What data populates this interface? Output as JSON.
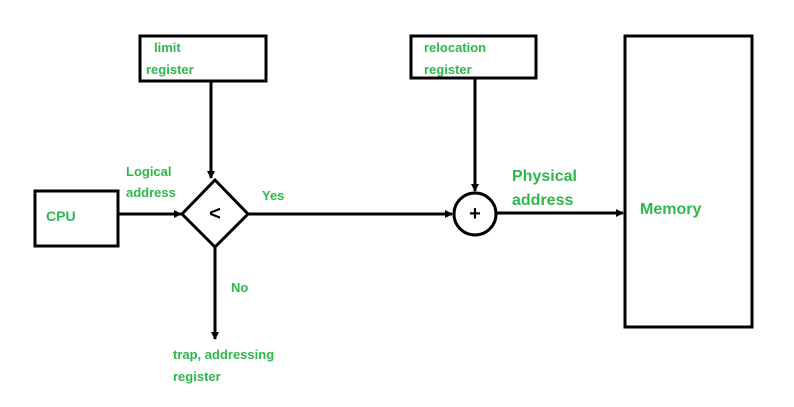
{
  "colors": {
    "stroke": "#000000",
    "label": "#2db84b",
    "background": "#ffffff"
  },
  "nodes": {
    "cpu": {
      "label": "CPU"
    },
    "limit_register": {
      "line1": "limit",
      "line2": "register"
    },
    "comparator": {
      "symbol": "<"
    },
    "relocation_register": {
      "line1": "relocation",
      "line2": "register"
    },
    "adder": {
      "symbol": "+"
    },
    "memory": {
      "label": "Memory"
    }
  },
  "edges": {
    "logical_address": {
      "line1": "Logical",
      "line2": "address"
    },
    "yes": {
      "label": "Yes"
    },
    "no": {
      "label": "No"
    },
    "physical_address": {
      "line1": "Physical",
      "line2": "address"
    },
    "trap": {
      "line1": "trap, addressing",
      "line2": "register"
    }
  }
}
